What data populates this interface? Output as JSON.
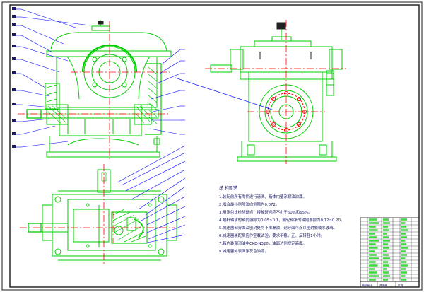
{
  "drawing": {
    "title": "Worm gear reducer assembly drawing",
    "colors": {
      "paper": "#ffffff",
      "outline": "#00cc00",
      "centerline": "#ff0000",
      "leader": "#0000ff",
      "text": "#1a1a66",
      "dark": "#222222"
    }
  },
  "tech_notes": {
    "heading": "技术要求",
    "items": [
      "1.装配前所有零件进行清洗，箱体内壁涂耐油油漆。",
      "2.啮合最小侧隙法向侧隙为0.072。",
      "3.用涂色法检验斑点，接触斑点应不小于60%和65%。",
      "4.蜗杆轴承的轴向游隙为0.05~0.1，蜗轮轴承的轴向游隙为0.12~0.20。",
      "5.减速器剖分面及密封处均不准漏油，剖分面可涂以密封胶或水玻璃。",
      "6.减速器装配后应作空载试验，要求平稳，正、反转各1小时。",
      "7.箱内装润滑油中CKE-N320，油面达到规定高度。",
      "8.减速器外表面涂灰色油漆。"
    ]
  },
  "title_block": {
    "label_a": "蜗轮蜗杆",
    "label_b": "减速器",
    "label_c": "比例"
  }
}
